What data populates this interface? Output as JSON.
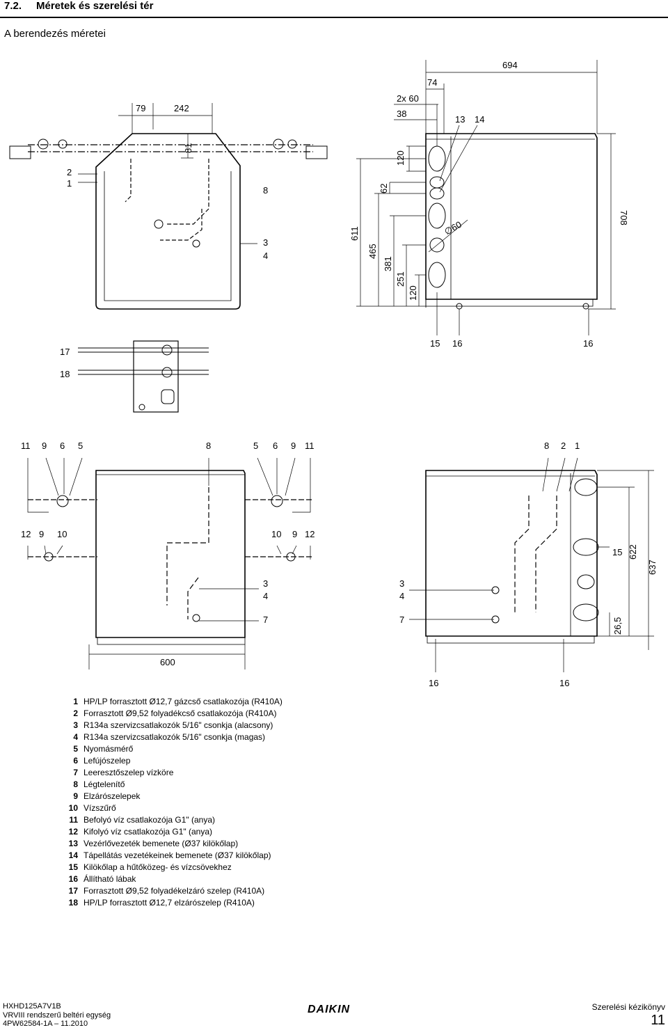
{
  "header": {
    "section_number": "7.2.",
    "section_title": "Méretek és szerelési tér",
    "subtitle": "A berendezés méretei"
  },
  "top_view": {
    "dims": [
      "79",
      "242",
      "81"
    ],
    "callouts": [
      "2",
      "1",
      "8",
      "3",
      "4"
    ]
  },
  "side_view": {
    "dims_top": [
      "694",
      "74",
      "2x 60",
      "38"
    ],
    "callouts_top": [
      "13",
      "14"
    ],
    "dims_left": [
      "611",
      "465",
      "381",
      "251",
      "120",
      "62",
      "120"
    ],
    "dim_right": "708",
    "diameter": "∅60",
    "callouts_bottom": [
      "15",
      "16",
      "16"
    ]
  },
  "valve_view": {
    "callouts": [
      "17",
      "18"
    ]
  },
  "front_view": {
    "callouts_row1_left": [
      "11",
      "9",
      "6",
      "5"
    ],
    "callout_row1_mid": "8",
    "callouts_row1_right": [
      "5",
      "6",
      "9",
      "11"
    ],
    "callouts_row2_left": [
      "12",
      "9",
      "10"
    ],
    "callouts_row2_right": [
      "10",
      "9",
      "12"
    ],
    "callouts_right": [
      "3",
      "4",
      "7"
    ],
    "dim_width": "600"
  },
  "right_view": {
    "callouts_top": [
      "8",
      "2",
      "1"
    ],
    "callouts_left": [
      "3",
      "4",
      "7"
    ],
    "callout_15": "15",
    "dims": [
      "622",
      "637",
      "26,5"
    ],
    "callouts_bottom": [
      "16",
      "16"
    ]
  },
  "legend": [
    {
      "num": "1",
      "text": "HP/LP forrasztott Ø12,7 gázcső csatlakozója (R410A)"
    },
    {
      "num": "2",
      "text": "Forrasztott Ø9,52 folyadékcső csatlakozója (R410A)"
    },
    {
      "num": "3",
      "text": "R134a szervizcsatlakozók 5/16\" csonkja (alacsony)"
    },
    {
      "num": "4",
      "text": "R134a szervizcsatlakozók 5/16\" csonkja (magas)"
    },
    {
      "num": "5",
      "text": "Nyomásmérő"
    },
    {
      "num": "6",
      "text": "Lefújószelep"
    },
    {
      "num": "7",
      "text": "Leeresztőszelep vízköre"
    },
    {
      "num": "8",
      "text": "Légtelenítő"
    },
    {
      "num": "9",
      "text": "Elzárószelepek"
    },
    {
      "num": "10",
      "text": "Vízszűrő"
    },
    {
      "num": "11",
      "text": "Befolyó víz csatlakozója G1\" (anya)"
    },
    {
      "num": "12",
      "text": "Kifolyó víz csatlakozója G1\" (anya)"
    },
    {
      "num": "13",
      "text": "Vezérlővezeték bemenete (Ø37 kilökőlap)"
    },
    {
      "num": "14",
      "text": "Tápellátás vezetékeinek bemenete (Ø37 kilökőlap)"
    },
    {
      "num": "15",
      "text": "Kilökőlap a hűtőközeg- és vízcsövekhez"
    },
    {
      "num": "16",
      "text": "Állítható lábak"
    },
    {
      "num": "17",
      "text": "Forrasztott Ø9,52 folyadékelzáró szelep (R410A)"
    },
    {
      "num": "18",
      "text": "HP/LP forrasztott Ø12,7 elzárószelep (R410A)"
    }
  ],
  "footer": {
    "model": "HXHD125A7V1B",
    "product": "VRVIII rendszerű beltéri egység",
    "doc_id": "4PW62584-1A – 11.2010",
    "brand": "DAIKIN",
    "manual": "Szerelési kézikönyv",
    "page": "11"
  }
}
